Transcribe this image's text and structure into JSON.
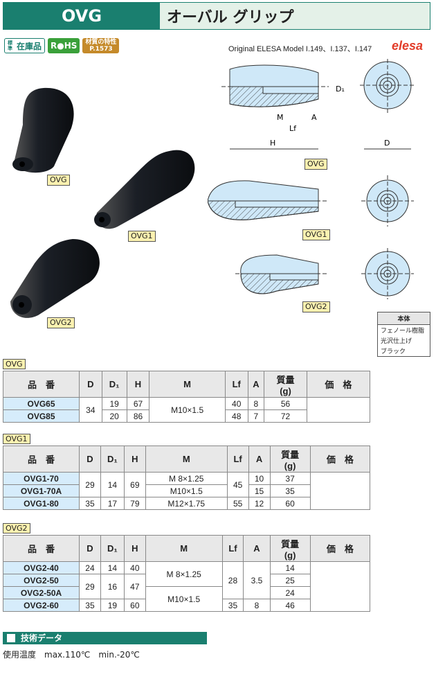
{
  "header": {
    "code": "OVG",
    "name": "オーバル グリップ"
  },
  "badges": {
    "stock_mark": "標準",
    "stock": "在庫品",
    "rohs": "R●HS",
    "mat_top": "材質の特性",
    "mat_bottom": "P.1573"
  },
  "model_text": "Original ELESA Model I.149、I.137、I.147",
  "brand": "elesa",
  "photo_labels": [
    "OVG",
    "OVG1",
    "OVG2"
  ],
  "diagram": {
    "dims": {
      "D1": "D₁",
      "M": "M",
      "A": "A",
      "Lf": "Lf",
      "H": "H",
      "D": "D"
    },
    "labels": [
      "OVG",
      "OVG1",
      "OVG2"
    ]
  },
  "material": {
    "header": "本体",
    "lines": [
      "フェノール樹脂",
      "光沢仕上げ",
      "ブラック"
    ]
  },
  "columns": [
    "品　番",
    "D",
    "D₁",
    "H",
    "M",
    "Lf",
    "A",
    "質量\n(g)",
    "価　格"
  ],
  "tables": [
    {
      "label": "OVG",
      "rows": [
        [
          "OVG65",
          "34",
          "19",
          "67",
          "M10×1.5",
          "40",
          "8",
          "56"
        ],
        [
          "OVG85",
          "",
          "20",
          "86",
          "",
          "48",
          "7",
          "72"
        ]
      ]
    },
    {
      "label": "OVG1",
      "rows": [
        [
          "OVG1-70",
          "29",
          "14",
          "69",
          "M  8×1.25",
          "45",
          "10",
          "37"
        ],
        [
          "OVG1-70A",
          "",
          "",
          "",
          "M10×1.5",
          "",
          "15",
          "35"
        ],
        [
          "OVG1-80",
          "35",
          "17",
          "79",
          "M12×1.75",
          "55",
          "12",
          "60"
        ]
      ]
    },
    {
      "label": "OVG2",
      "rows": [
        [
          "OVG2-40",
          "24",
          "14",
          "40",
          "M  8×1.25",
          "28",
          "3.5",
          "14"
        ],
        [
          "OVG2-50",
          "29",
          "16",
          "47",
          "",
          "",
          "",
          "25"
        ],
        [
          "OVG2-50A",
          "",
          "",
          "",
          "M10×1.5",
          "",
          "",
          "24"
        ],
        [
          "OVG2-60",
          "35",
          "19",
          "60",
          "",
          "35",
          "8",
          "46"
        ]
      ]
    }
  ],
  "tech": {
    "title": "技術データ",
    "temp": "使用温度　max.110℃　min.-20℃"
  }
}
